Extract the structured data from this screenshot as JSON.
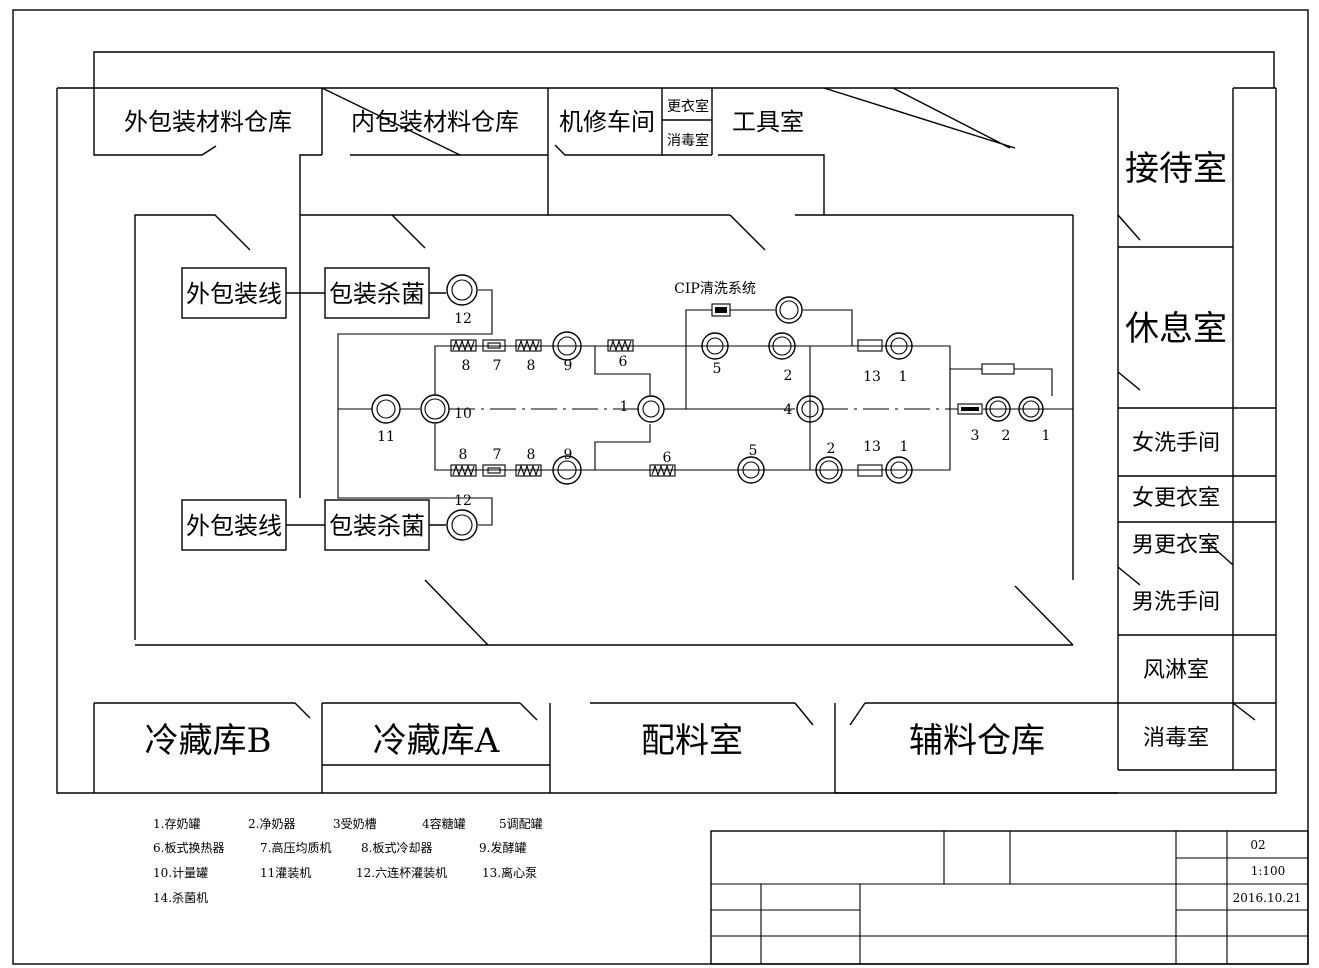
{
  "rooms": {
    "outer_pack_store": "外包装材料仓库",
    "inner_pack_store": "内包装材料仓库",
    "repair_shop": "机修车间",
    "changing_room": "更衣室",
    "disinfect_small": "消毒室",
    "tool_room": "工具室",
    "reception": "接待室",
    "rest_room": "休息室",
    "women_wash": "女洗手间",
    "women_change": "女更衣室",
    "men_change": "男更衣室",
    "men_wash": "男洗手间",
    "air_shower": "风淋室",
    "disinfect_room": "消毒室",
    "cold_b": "冷藏库B",
    "cold_a": "冷藏库A",
    "batching": "配料室",
    "aux_store": "辅料仓库"
  },
  "process": {
    "outer_line_top": "外包装线",
    "outer_line_bottom": "外包装线",
    "steril_top": "包装杀菌",
    "steril_bottom": "包装杀菌",
    "cip": "CIP清洗系统"
  },
  "numbers": {
    "n12a": "12",
    "n12b": "12",
    "n8a": "8",
    "n7a": "7",
    "n8b": "8",
    "n9a": "9",
    "n6a": "6",
    "n5a": "5",
    "n2a": "2",
    "n13a": "13",
    "n1a": "1",
    "n11": "11",
    "n10": "10",
    "n1c": "1",
    "n4": "4",
    "n3": "3",
    "n2c": "2",
    "n1d": "1",
    "n8c": "8",
    "n7b": "7",
    "n8d": "8",
    "n9b": "9",
    "n6b": "6",
    "n5b": "5",
    "n2b": "2",
    "n13b": "13",
    "n1b": "1"
  },
  "legend": [
    [
      "1.存奶罐",
      "2.净奶器",
      "3受奶槽",
      "4容糖罐",
      "5调配罐"
    ],
    [
      "6.板式换热器",
      "7.高压均质机",
      "8.板式冷却器",
      "9.发酵罐"
    ],
    [
      "10.计量罐",
      "11灌装机",
      "12.六连杯灌装机",
      "13.离心泵"
    ],
    [
      "14.杀菌机"
    ]
  ],
  "title_block": {
    "drawing_no": "02",
    "scale": "1:100",
    "date": "2016.10.21"
  }
}
